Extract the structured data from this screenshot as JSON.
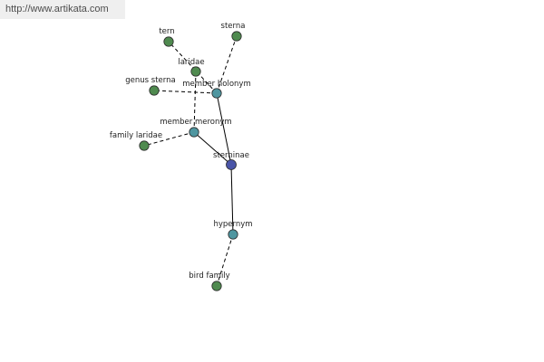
{
  "watermark": "http://www.artikata.com",
  "colors": {
    "leaf": "#4f8a4f",
    "relation": "#4f96a0",
    "center": "#4a55a8"
  },
  "nodes": [
    {
      "id": "sterninae",
      "label": "sterninae",
      "kind": "center"
    },
    {
      "id": "member_holonym",
      "label": "member holonym",
      "kind": "relation"
    },
    {
      "id": "member_meronym",
      "label": "member meronym",
      "kind": "relation"
    },
    {
      "id": "hypernym",
      "label": "hypernym",
      "kind": "relation"
    },
    {
      "id": "tern",
      "label": "tern",
      "kind": "leaf"
    },
    {
      "id": "sterna",
      "label": "sterna",
      "kind": "leaf"
    },
    {
      "id": "laridae",
      "label": "laridae",
      "kind": "leaf"
    },
    {
      "id": "genus_sterna",
      "label": "genus sterna",
      "kind": "leaf"
    },
    {
      "id": "family_laridae",
      "label": "family laridae",
      "kind": "leaf"
    },
    {
      "id": "bird_family",
      "label": "bird family",
      "kind": "leaf"
    }
  ],
  "edges": [
    {
      "from": "sterninae",
      "to": "member_holonym",
      "style": "solid"
    },
    {
      "from": "sterninae",
      "to": "member_meronym",
      "style": "solid"
    },
    {
      "from": "sterninae",
      "to": "hypernym",
      "style": "solid"
    },
    {
      "from": "member_holonym",
      "to": "tern",
      "style": "dashed"
    },
    {
      "from": "member_holonym",
      "to": "sterna",
      "style": "dashed"
    },
    {
      "from": "member_holonym",
      "to": "genus_sterna",
      "style": "dashed"
    },
    {
      "from": "member_meronym",
      "to": "laridae",
      "style": "dashed"
    },
    {
      "from": "member_meronym",
      "to": "family_laridae",
      "style": "dashed"
    },
    {
      "from": "hypernym",
      "to": "bird_family",
      "style": "dashed"
    }
  ]
}
